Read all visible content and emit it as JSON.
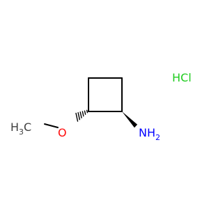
{
  "molecule": {
    "salt_label": "HCl",
    "methyl": {
      "main": "H",
      "sub": "3",
      "tail": "C"
    },
    "oxygen": "O",
    "amine": {
      "main": "NH",
      "sub": "2"
    }
  },
  "colors": {
    "bond": "#000000",
    "oxygen": "#ff0d0d",
    "nitrogen": "#0000ff",
    "chlorine": "#1fcc1f",
    "carbon": "#404040"
  }
}
